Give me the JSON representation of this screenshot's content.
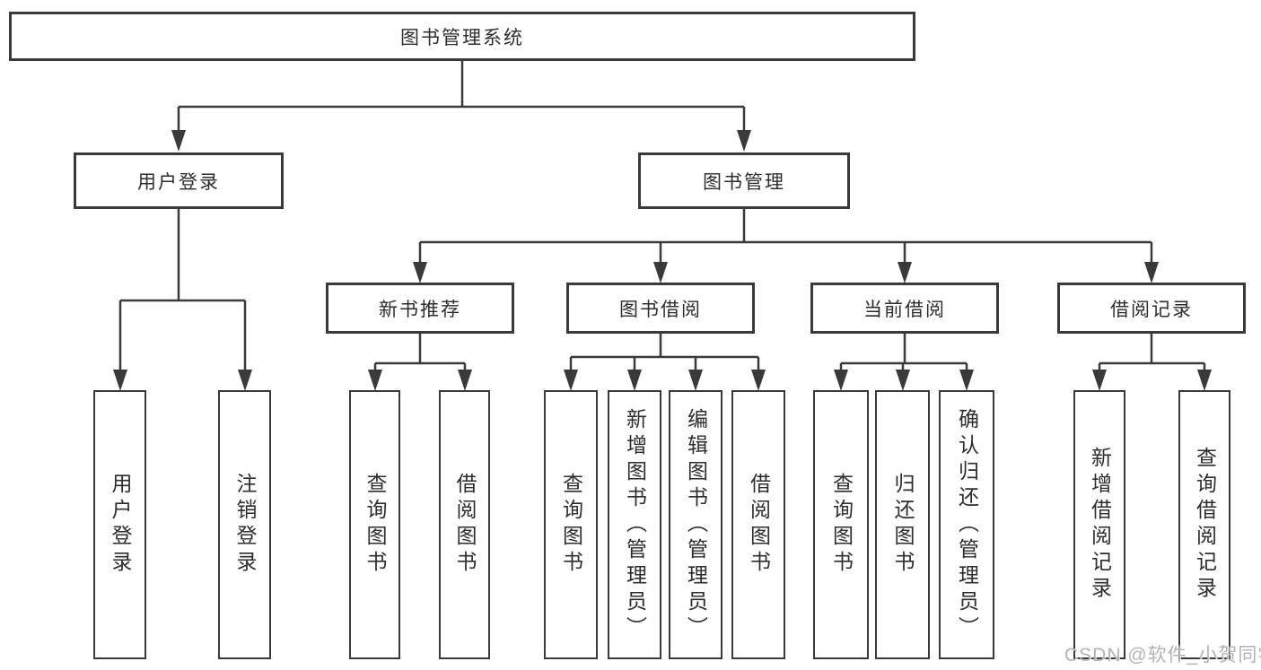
{
  "diagram": {
    "title": "图书管理系统",
    "level2": [
      {
        "label": "用户登录"
      },
      {
        "label": "图书管理"
      }
    ],
    "level3": [
      {
        "label": "新书推荐"
      },
      {
        "label": "图书借阅"
      },
      {
        "label": "当前借阅"
      },
      {
        "label": "借阅记录"
      }
    ],
    "leaves": {
      "user_login": [
        {
          "label": "用户登录"
        },
        {
          "label": "注销登录"
        }
      ],
      "new_book": [
        {
          "label": "查询图书"
        },
        {
          "label": "借阅图书"
        }
      ],
      "book_borrow": [
        {
          "label": "查询图书"
        },
        {
          "label": "新增图书（管理员）"
        },
        {
          "label": "编辑图书（管理员）"
        },
        {
          "label": "借阅图书"
        }
      ],
      "current_borrow": [
        {
          "label": "查询图书"
        },
        {
          "label": "归还图书"
        },
        {
          "label": "确认归还（管理员）"
        }
      ],
      "borrow_record": [
        {
          "label": "新增借阅记录"
        },
        {
          "label": "查询借阅记录"
        }
      ]
    }
  },
  "watermark": "CSDN @软件_小贺同学",
  "colors": {
    "line": "#3a3a3a",
    "text": "#2d2d2d",
    "watermark": "#afafaf",
    "background": "#ffffff"
  }
}
